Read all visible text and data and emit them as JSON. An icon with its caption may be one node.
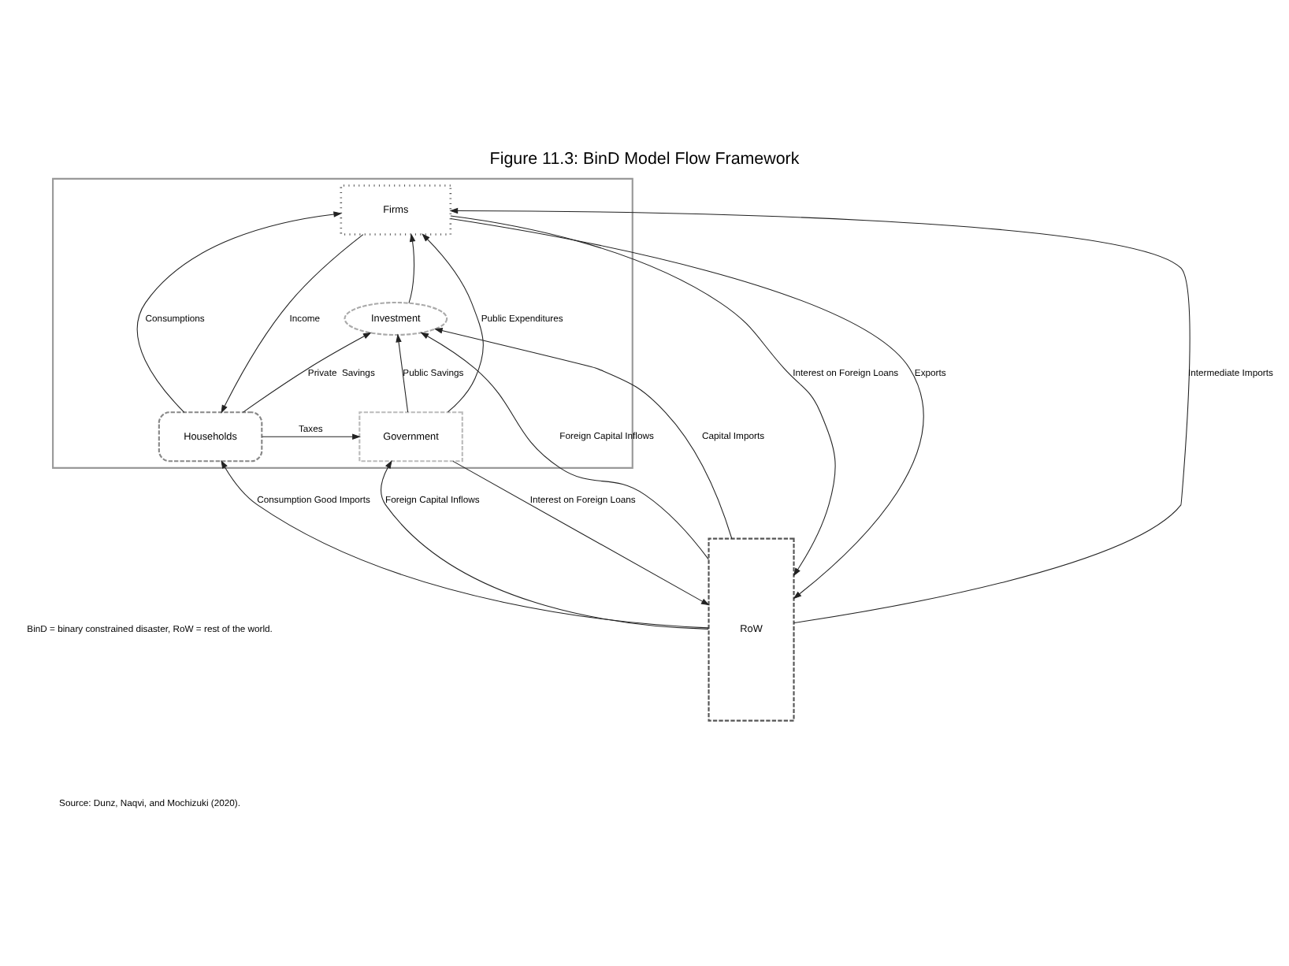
{
  "diagram": {
    "title": "Figure 11.3: BinD Model Flow Framework",
    "nodes": [
      {
        "text": [],
        "shape": "box"
      },
      {
        "text": [
          "Firms"
        ],
        "in": 0
      },
      {
        "text": [
          "Investment"
        ],
        "in": 0
      },
      {
        "text": [
          "Households"
        ],
        "in": 0
      },
      {
        "text": [
          "Government"
        ],
        "in": 0
      },
      {
        "text": [
          "RoW"
        ]
      }
    ],
    "edges": [
      {
        "from": 1,
        "to": 5,
        "arrow": "to",
        "label": "Interest on Foreign Loans"
      },
      {
        "from": 5,
        "to": 1,
        "arrow": "to",
        "label": "Intermediate Imports"
      },
      {
        "from": 3,
        "to": 1,
        "arrow": "to",
        "label": "Consumptions"
      },
      {
        "from": 1,
        "to": 3,
        "arrow": "to",
        "label": "Income"
      },
      {
        "from": 1,
        "to": 5,
        "arrow": "to",
        "label": "Exports"
      },
      {
        "from": 2,
        "to": 1,
        "arrow": "to"
      },
      {
        "from": 5,
        "to": 2,
        "arrow": "to",
        "label": "Capital Imports"
      },
      {
        "from": 3,
        "to": 2,
        "arrow": "to",
        "label": "Private  Savings"
      },
      {
        "from": 4,
        "to": 2,
        "arrow": "to",
        "label": "Public Savings"
      },
      {
        "from": 5,
        "to": 2,
        "arrow": "to",
        "label": "Foreign Capital Inflows"
      },
      {
        "from": 5,
        "to": 4,
        "arrow": "to",
        "label": "Foreign Capital Inflows"
      },
      {
        "from": 4,
        "to": 1,
        "arrow": "to",
        "label": "Public Expenditures"
      },
      {
        "from": 3,
        "to": 4,
        "arrow": "to",
        "label": "Taxes"
      },
      {
        "from": 4,
        "to": 5,
        "arrow": "to",
        "label": "Interest on Foreign Loans"
      },
      {
        "from": 5,
        "to": 3,
        "arrow": "to",
        "label": "Consumption Good Imports"
      }
    ],
    "labels": [
      "BinD = binary constrained disaster, RoW = rest of the world.",
      "Source: Dunz, Naqvi, and Mochizuki (2020)."
    ]
  }
}
